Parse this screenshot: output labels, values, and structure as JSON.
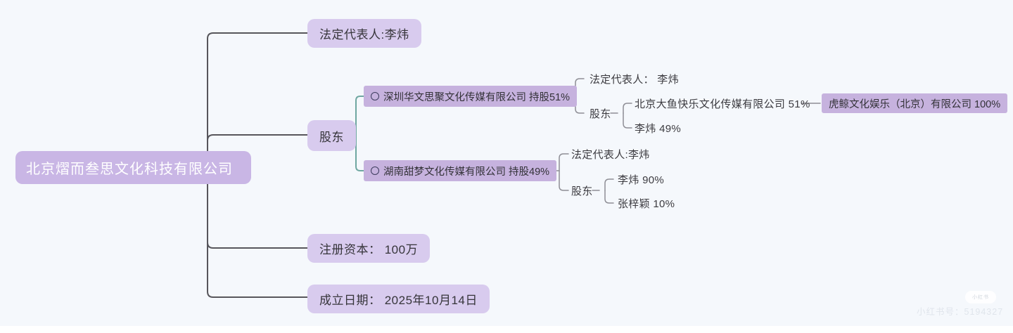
{
  "root": {
    "label": "北京熠而叁思文化科技有限公司"
  },
  "branches": {
    "legal_rep": {
      "label": "法定代表人:李炜"
    },
    "shareholders": {
      "label": "股东"
    },
    "registered_capital": {
      "label": "注册资本： 100万"
    },
    "established": {
      "label": "成立日期： 2025年10月14日"
    }
  },
  "companies": [
    {
      "name": "深圳华文思聚文化传媒有限公司 持股51%",
      "legal_rep": "法定代表人： 李炜",
      "shareholders_label": "股东",
      "holders": [
        "北京大鱼快乐文化传媒有限公司 51%",
        "李炜 49%"
      ],
      "holder_child": "虎鲸文化娱乐（北京）有限公司 100%"
    },
    {
      "name": "湖南甜梦文化传媒有限公司 持股49%",
      "legal_rep": "法定代表人:李炜",
      "shareholders_label": "股东",
      "holders": [
        "李炜 90%",
        "张梓颖 10%"
      ]
    }
  ],
  "watermark": {
    "badge": "小红书",
    "text": "小红书号：5194327"
  },
  "colors": {
    "background": "#f5f8fc",
    "root_box": "#c9b6e5",
    "branch_box": "#d8cbee",
    "company_box": "#c6b2de",
    "trunk_line": "#57565b",
    "shareholder_line": "#6fa7a1",
    "sub_line": "#8e8e95"
  }
}
